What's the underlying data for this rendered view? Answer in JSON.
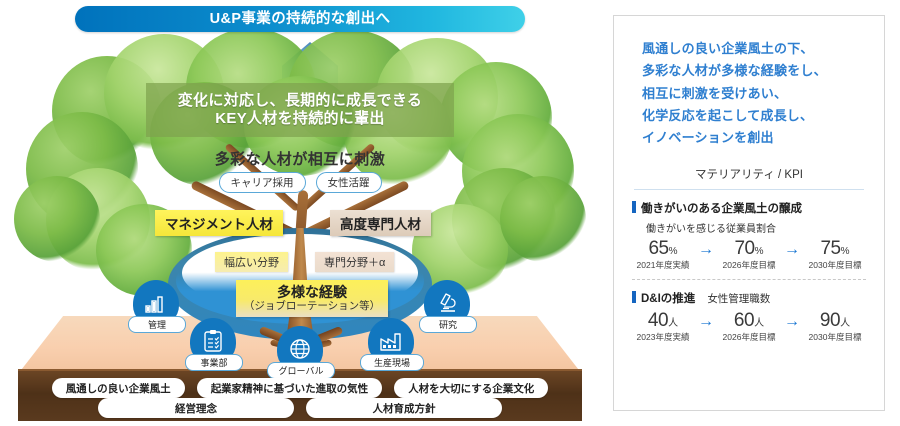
{
  "diagram": {
    "header_pill": "U&P事業の持続的な創出へ",
    "key_message": [
      "変化に対応し、長期的に成長できる",
      "KEY人材を持続的に輩出"
    ],
    "mix_heading": "多彩な人材が相互に刺激",
    "chips": [
      "キャリア採用",
      "女性活躍"
    ],
    "roles": {
      "management": "マネジメント人材",
      "specialist": "高度専門人材"
    },
    "fields": {
      "wide": "幅広い分野",
      "plus": "専門分野＋α"
    },
    "experience": {
      "title": "多様な経験",
      "subtitle": "（ジョブローテーション等）"
    },
    "badges": [
      {
        "label": "管理",
        "icon": "bar-chart-icon"
      },
      {
        "label": "事業部",
        "icon": "clipboard-checklist-icon"
      },
      {
        "label": "グローバル",
        "icon": "globe-icon"
      },
      {
        "label": "生産現場",
        "icon": "factory-icon"
      },
      {
        "label": "研究",
        "icon": "microscope-icon"
      }
    ],
    "culture_row1": [
      "風通しの良い企業風土",
      "起業家精神に基づいた進取の気性",
      "人材を大切にする企業文化"
    ],
    "culture_row2": [
      "経営理念",
      "人材育成方針"
    ]
  },
  "panel": {
    "lead": [
      "風通しの良い企業風土の下、",
      "多彩な人材が多様な経験をし、",
      "相互に刺激を受けあい、",
      "化学反応を起こして成長し、",
      "イノベーションを創出"
    ],
    "materiality_title": "マテリアリティ / KPI",
    "kpis": [
      {
        "name": "働きがいのある企業風土の醸成",
        "sub": "",
        "metric": "働きがいを感じる従業員割合",
        "values": [
          {
            "num": "65",
            "unit": "%",
            "label": "2021年度実績"
          },
          {
            "num": "70",
            "unit": "%",
            "label": "2026年度目標"
          },
          {
            "num": "75",
            "unit": "%",
            "label": "2030年度目標"
          }
        ]
      },
      {
        "name": "D&Iの推進",
        "sub": "女性管理職数",
        "metric": "",
        "values": [
          {
            "num": "40",
            "unit": "人",
            "label": "2023年度実績"
          },
          {
            "num": "60",
            "unit": "人",
            "label": "2026年度目標"
          },
          {
            "num": "90",
            "unit": "人",
            "label": "2030年度目標"
          }
        ]
      }
    ],
    "arrow_glyph": "→"
  },
  "colors": {
    "brand_blue": "#1277bf",
    "accent_cyan": "#21b8e0",
    "lead_blue": "#2f7fd0",
    "yellow": "#fdf05a",
    "green_overlay": "#7ea24e"
  }
}
